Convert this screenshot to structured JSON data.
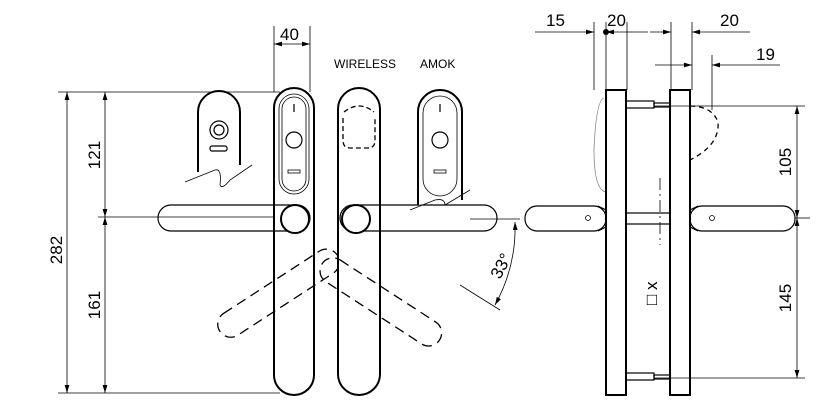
{
  "labels": {
    "wireless": "WIRELESS",
    "amok": "AMOK"
  },
  "dimensions": {
    "width_front": "40",
    "height_total": "282",
    "height_top": "121",
    "height_bottom": "161",
    "angle": "33°",
    "side_15": "15",
    "side_20_left": "20",
    "side_20_right": "20",
    "side_19": "19",
    "side_105": "105",
    "side_145": "145",
    "door_thickness": "□ x"
  }
}
